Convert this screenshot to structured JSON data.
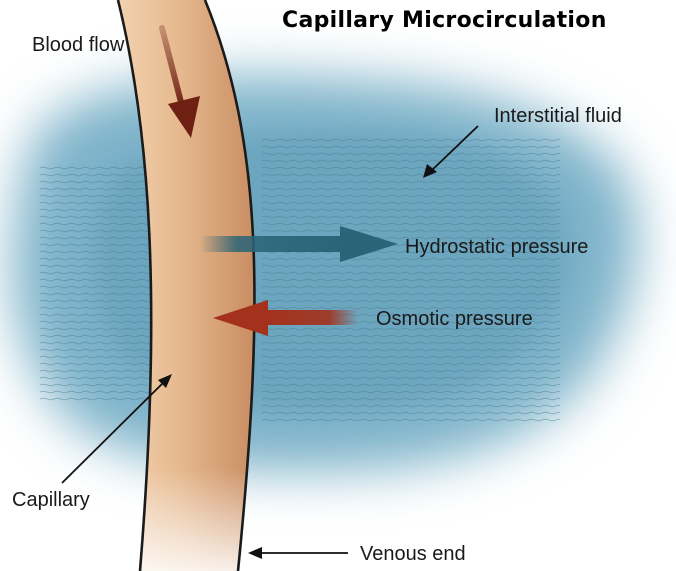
{
  "title": "Capillary Microcirculation",
  "labels": {
    "blood_flow": "Blood flow",
    "interstitial_fluid": "Interstitial fluid",
    "hydrostatic_pressure": "Hydrostatic pressure",
    "osmotic_pressure": "Osmotic pressure",
    "capillary": "Capillary",
    "venous_end": "Venous end"
  },
  "colors": {
    "fluid": "#6fa6bf",
    "capillary": "#e2b48a",
    "capillary_edge": "#1b1b1b",
    "hydrostatic_arrow": "#2a6478",
    "osmotic_arrow": "#a3311c",
    "blood_flow_arrow": "#6e2012"
  }
}
